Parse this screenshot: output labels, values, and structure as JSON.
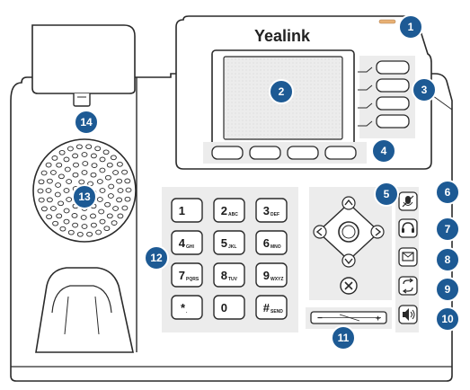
{
  "brand": "Yealink",
  "keypad": [
    {
      "main": "1",
      "sub": ""
    },
    {
      "main": "2",
      "sub": "ABC"
    },
    {
      "main": "3",
      "sub": "DEF"
    },
    {
      "main": "4",
      "sub": "GHI"
    },
    {
      "main": "5",
      "sub": "JKL"
    },
    {
      "main": "6",
      "sub": "MNO"
    },
    {
      "main": "7",
      "sub": "PQRS"
    },
    {
      "main": "8",
      "sub": "TUV"
    },
    {
      "main": "9",
      "sub": "WXYZ"
    },
    {
      "main": "*",
      "sub": "."
    },
    {
      "main": "0",
      "sub": ""
    },
    {
      "main": "#",
      "sub": "SEND"
    }
  ],
  "volume": {
    "minus": "−",
    "plus": "+"
  },
  "callouts": [
    "1",
    "2",
    "3",
    "4",
    "5",
    "6",
    "7",
    "8",
    "9",
    "10",
    "11",
    "12",
    "13",
    "14"
  ],
  "colors": {
    "callout_fill": "#1d5a94",
    "callout_border": "#ffffff",
    "panel_fill": "#ececec",
    "outline": "#2a2a2a",
    "led": "#e8b074"
  },
  "icons": {
    "mute": "microphone-slash-icon",
    "headset": "headset-icon",
    "message": "envelope-icon",
    "redial": "redial-icon",
    "speaker": "speaker-icon",
    "nav": "navigation-cluster-icon",
    "ok": "ok-button-icon",
    "cancel": "cancel-x-icon"
  }
}
